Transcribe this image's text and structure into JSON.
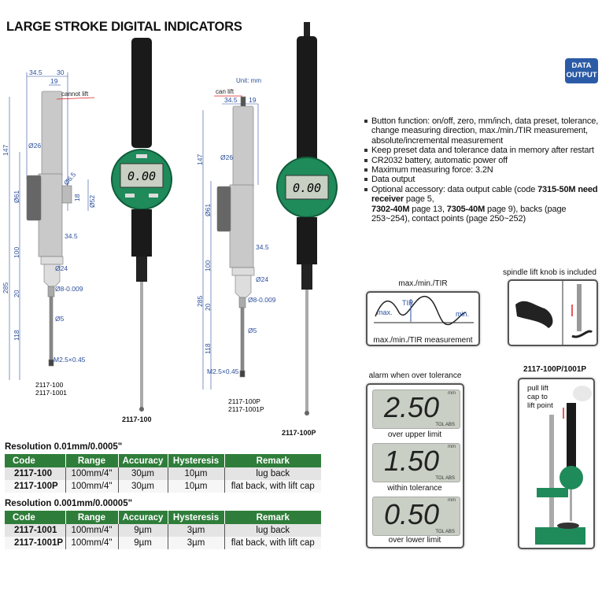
{
  "title": "LARGE STROKE DIGITAL INDICATORS",
  "badge": {
    "line1": "DATA",
    "line2": "OUTPUT",
    "color": "#2b5ba6"
  },
  "drawing1": {
    "dims": {
      "w1": "34.5",
      "w2": "30",
      "w3": "19",
      "note": "cannot lift",
      "h147": "147",
      "d26": "Ø26",
      "d61": "Ø61",
      "d65": "Ø6.5",
      "h18": "18",
      "d52": "Ø52",
      "w345": "34.5",
      "h100": "100",
      "d24": "Ø24",
      "h285": "285",
      "h20": "20",
      "d8": "Ø8-0.009",
      "d5": "Ø5",
      "h118": "118",
      "thread": "M2.5×0.45"
    },
    "models": [
      "2117-100",
      "2117-1001"
    ]
  },
  "photo1": {
    "label": "2117-100",
    "display": "0.00"
  },
  "drawing2": {
    "unit": "Unit: mm",
    "dims": {
      "note": "can lift",
      "w1": "34.5",
      "w3": "19",
      "h147": "147",
      "d26": "Ø26",
      "d61": "Ø61",
      "w345": "34.5",
      "h100": "100",
      "d24": "Ø24",
      "h285": "285",
      "h20": "20",
      "d8": "Ø8-0.009",
      "d5": "Ø5",
      "h118": "118",
      "thread": "M2.5×0.45"
    },
    "models": [
      "2117-100P",
      "2117-1001P"
    ]
  },
  "photo2": {
    "label": "2117-100P",
    "display": "0.00"
  },
  "features": [
    "Button function: on/off, zero, mm/inch, data preset, tolerance, change measuring direction, max./min./TIR measurement, absolute/incremental measurement",
    "Keep preset data and tolerance data in memory after restart",
    "CR2032 battery, automatic power off",
    "Maximum measuring force: 3.2N",
    "Data output"
  ],
  "accessory": {
    "p1": "Optional accessory: data output cable (code ",
    "b1": "7315-50M need receiver",
    "p2": " page 5, ",
    "b2": "7302-40M",
    "p3": " page 13, ",
    "b3": "7305-40M",
    "p4": " page 9), backs (page 253~254), contact points (page 250~252)"
  },
  "tir": {
    "title": "max./min./TIR",
    "max": "max.",
    "tir": "TIR",
    "min": "min.",
    "caption": "max./min./TIR measurement"
  },
  "spindle": {
    "title": "spindle lift knob is included"
  },
  "alarm": {
    "title": "alarm when over tolerance",
    "unit": "mm",
    "indicator": "TOL ABS",
    "states": [
      {
        "value": "2.50",
        "caption": "over upper limit"
      },
      {
        "value": "1.50",
        "caption": "within tolerance"
      },
      {
        "value": "0.50",
        "caption": "over lower limit"
      }
    ]
  },
  "stand": {
    "title": "2117-100P/1001P",
    "note_lines": [
      "pull lift",
      "cap to",
      "lift point"
    ]
  },
  "tables": [
    {
      "resolution": "Resolution 0.01mm/0.0005\"",
      "headers": [
        "Code",
        "Range",
        "Accuracy",
        "Hysteresis",
        "Remark"
      ],
      "rows": [
        [
          "2117-100",
          "100mm/4\"",
          "30µm",
          "10µm",
          "lug back"
        ],
        [
          "2117-100P",
          "100mm/4\"",
          "30µm",
          "10µm",
          "flat back, with lift cap"
        ]
      ]
    },
    {
      "resolution": "Resolution 0.001mm/0.00005\"",
      "headers": [
        "Code",
        "Range",
        "Accuracy",
        "Hysteresis",
        "Remark"
      ],
      "rows": [
        [
          "2117-1001",
          "100mm/4\"",
          "9µm",
          "3µm",
          "lug back"
        ],
        [
          "2117-1001P",
          "100mm/4\"",
          "9µm",
          "3µm",
          "flat back, with lift cap"
        ]
      ]
    }
  ],
  "colors": {
    "header_green": "#2f7d3a",
    "dim_blue": "#2b4f9c",
    "body_green": "#1f8a5a"
  }
}
